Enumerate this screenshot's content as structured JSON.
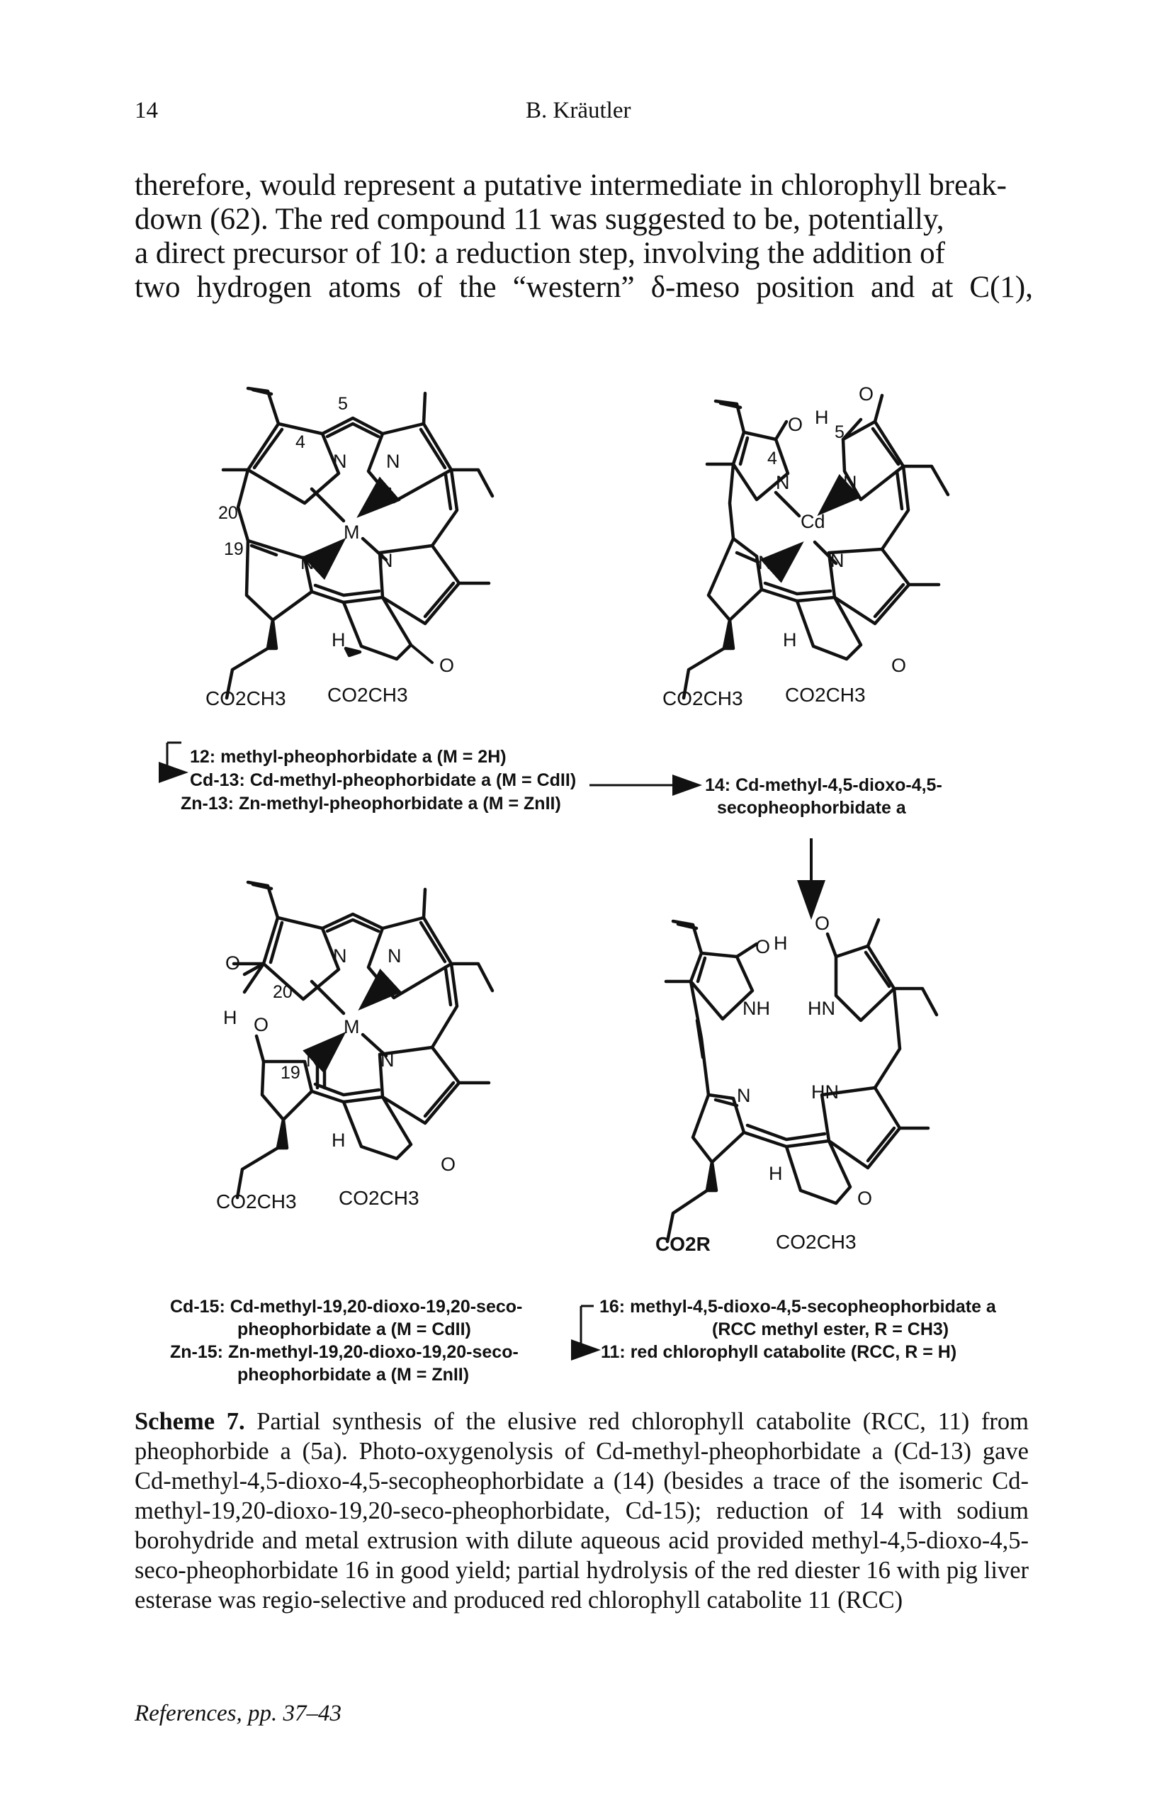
{
  "header": {
    "page_number": "14",
    "running_title": "B. Kräutler"
  },
  "intro_lines": [
    "therefore, would represent a putative intermediate in chlorophyll break-",
    "down (62). The red compound 11 was suggested to be, potentially,",
    "a direct precursor of 10: a reduction step, involving the addition of",
    "two hydrogen atoms of the “western” δ-meso position and at C(1),"
  ],
  "scheme": {
    "label_12": "12: methyl-pheophorbidate a (M = 2H)",
    "label_cd13": "Cd-13: Cd-methyl-pheophorbidate a (M = CdII)",
    "label_zn13": "Zn-13: Zn-methyl-pheophorbidate a (M = ZnII)",
    "label_14_line1": "14: Cd-methyl-4,5-dioxo-4,5-",
    "label_14_line2": "secopheophorbidate a",
    "label_cd15_line1": "Cd-15: Cd-methyl-19,20-dioxo-19,20-seco-",
    "label_cd15_line2": "pheophorbidate a (M = CdII)",
    "label_zn15_line1": "Zn-15: Zn-methyl-19,20-dioxo-19,20-seco-",
    "label_zn15_line2": "pheophorbidate a (M = ZnII)",
    "label_16_line1": "16: methyl-4,5-dioxo-4,5-secopheophorbidate a",
    "label_16_line2": "(RCC methyl ester, R = CH3)",
    "label_11": "11: red chlorophyll catabolite (RCC, R = H)",
    "atoms": {
      "N": "N",
      "M": "M",
      "Cd": "Cd",
      "H": "H",
      "O": "O",
      "NH": "NH",
      "HN": "HN",
      "n5": "5",
      "n4": "4",
      "n20": "20",
      "n19": "19",
      "co2ch3": "CO2CH3",
      "co2r": "CO2R"
    }
  },
  "caption": {
    "label": "Scheme 7.",
    "text": "Partial synthesis of the elusive red chlorophyll catabolite (RCC, 11) from pheophorbide a (5a). Photo-oxygenolysis of Cd-methyl-pheophorbidate a (Cd-13) gave Cd-methyl-4,5-dioxo-4,5-secopheophorbidate a (14) (besides a trace of the isomeric Cd-methyl-19,20-dioxo-19,20-seco-pheophorbidate, Cd-15); reduction of 14 with sodium borohydride and metal extrusion with dilute aqueous acid provided methyl-4,5-dioxo-4,5-seco-pheophorbidate 16 in good yield; partial hydrolysis of the red diester 16 with pig liver esterase was regio-selective and produced red chlorophyll catabolite 11 (RCC)"
  },
  "footer": "References, pp. 37–43"
}
